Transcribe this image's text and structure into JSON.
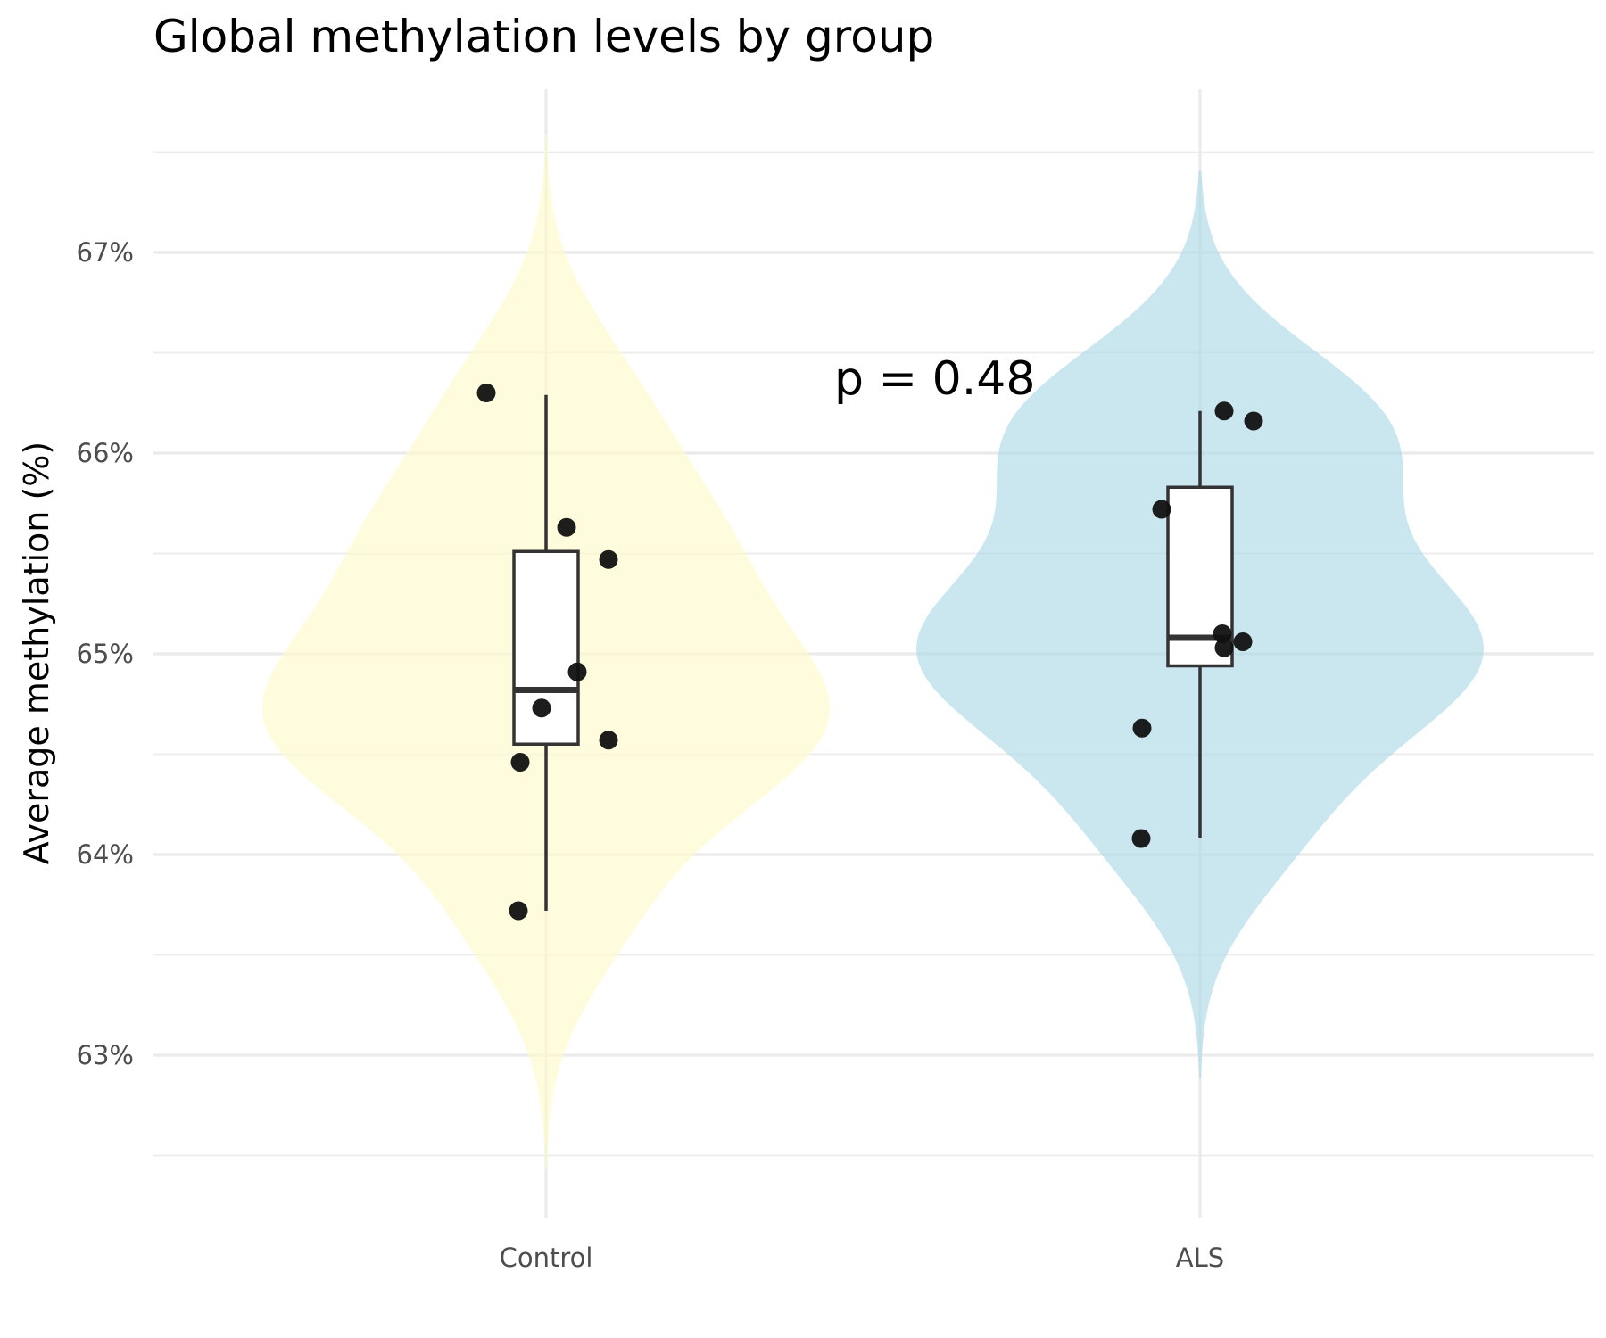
{
  "chart_data": {
    "type": "violin",
    "title": "Global methylation levels by group",
    "xlabel": "",
    "ylabel": "Average methylation (%)",
    "categories": [
      "Control",
      "ALS"
    ],
    "y_tick_labels": [
      "63%",
      "64%",
      "65%",
      "66%",
      "67%"
    ],
    "ylim": [
      62.2,
      67.6
    ],
    "grid": true,
    "legend": "none",
    "annotation": "p = 0.48",
    "groups": [
      {
        "name": "Control",
        "color": "#FFFACD",
        "points": [
          66.3,
          65.63,
          65.47,
          64.91,
          64.73,
          64.57,
          64.46,
          63.72
        ],
        "box": {
          "q1": 64.55,
          "median": 64.82,
          "q3": 65.51,
          "whisker_low": 63.72,
          "whisker_high": 66.29
        }
      },
      {
        "name": "ALS",
        "color": "#ADD8E6",
        "points": [
          66.21,
          66.16,
          65.72,
          65.1,
          65.06,
          65.03,
          64.63,
          64.08
        ],
        "box": {
          "q1": 64.94,
          "median": 65.08,
          "q3": 65.83,
          "whisker_low": 64.08,
          "whisker_high": 66.21
        }
      }
    ]
  }
}
